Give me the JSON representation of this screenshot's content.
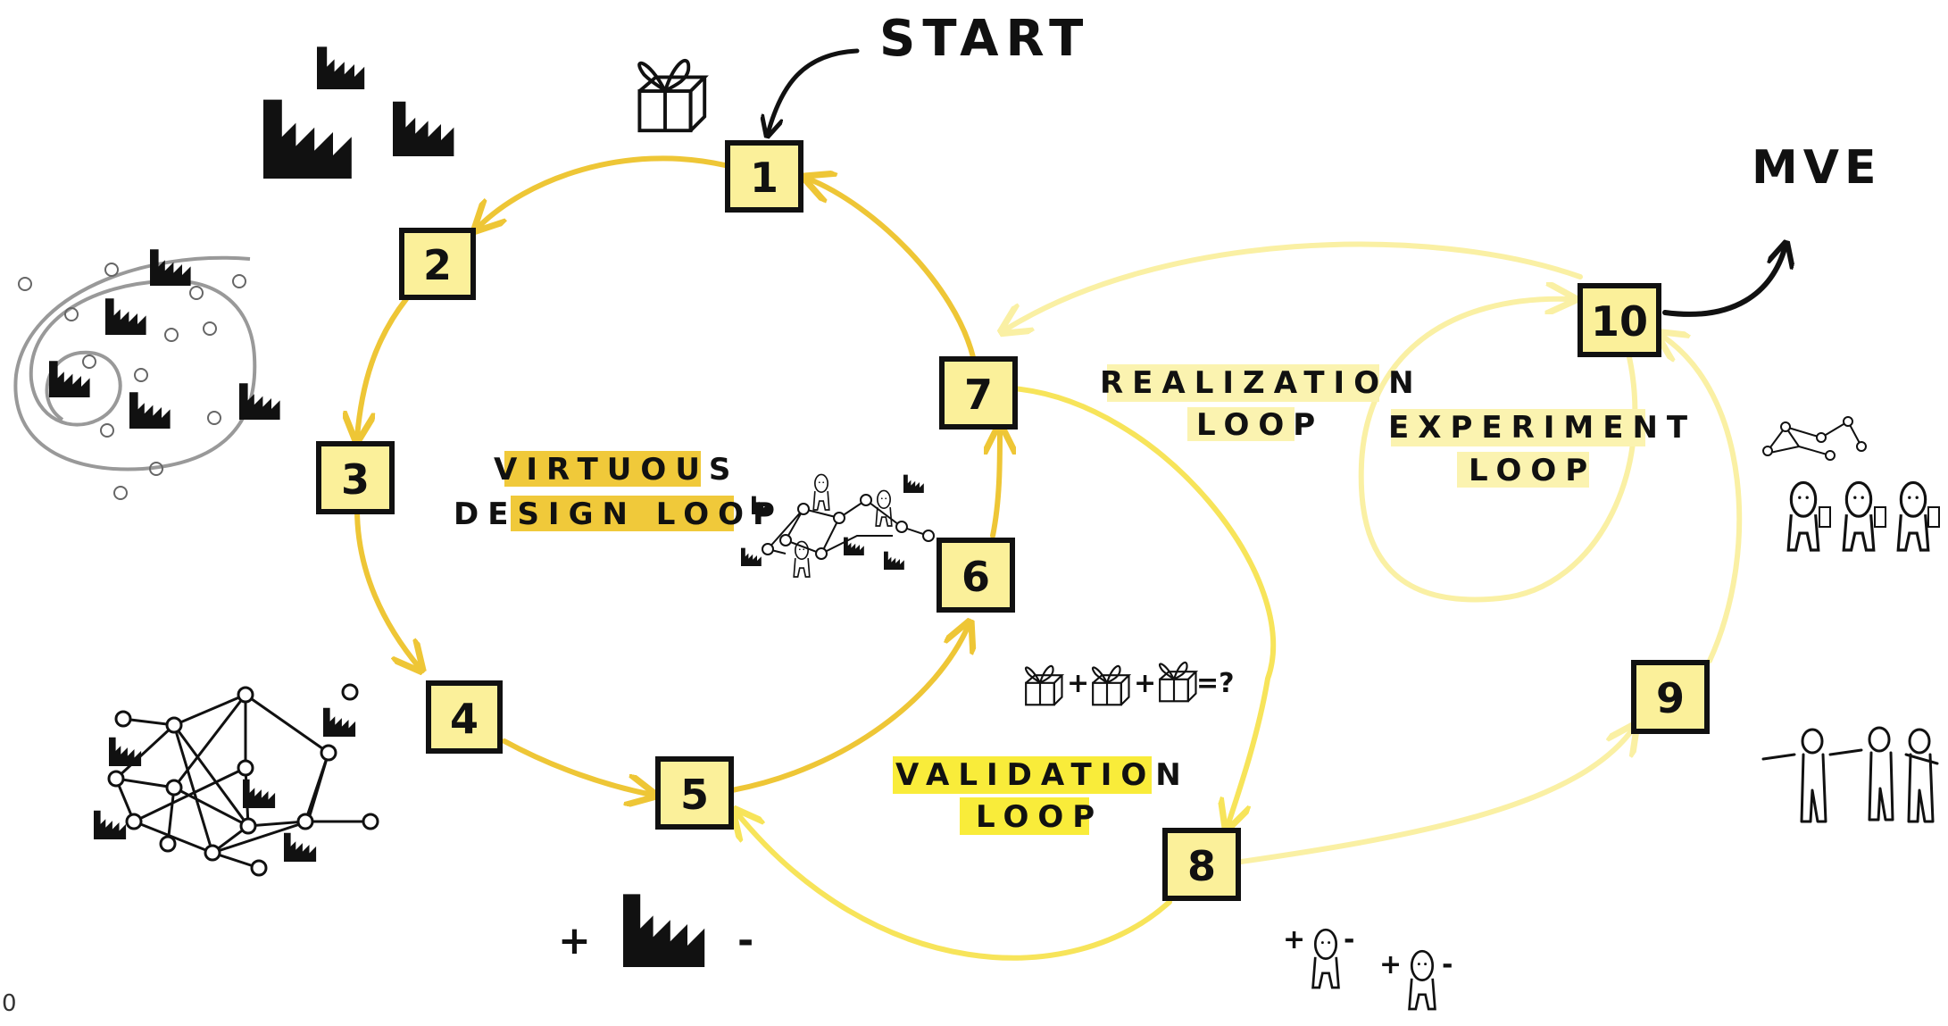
{
  "start_label": "START",
  "end_label": "MVE",
  "steps": [
    "1",
    "2",
    "3",
    "4",
    "5",
    "6",
    "7",
    "8",
    "9",
    "10"
  ],
  "loops": {
    "virtuous": [
      "VIRTUOUS",
      "DESIGN LOOP"
    ],
    "realization": [
      "REALIZATION",
      "LOOP"
    ],
    "experiment": [
      "EXPERIMENT",
      "LOOP"
    ],
    "validation": [
      "VALIDATION",
      "LOOP"
    ]
  },
  "gift_equation": "+ + =?",
  "plus_sign": "+",
  "minus_sign": "-",
  "corner_mark": "0",
  "colors": {
    "box_fill": "#fbf09a",
    "loop_dark": "#eec636",
    "loop_mid": "#f7e45a",
    "loop_light": "#faf0a4",
    "highlight_virtuous": "#f0c93a",
    "highlight_bright": "#f9ec3a",
    "highlight_pale": "#fbf3b0",
    "ink": "#111111"
  }
}
